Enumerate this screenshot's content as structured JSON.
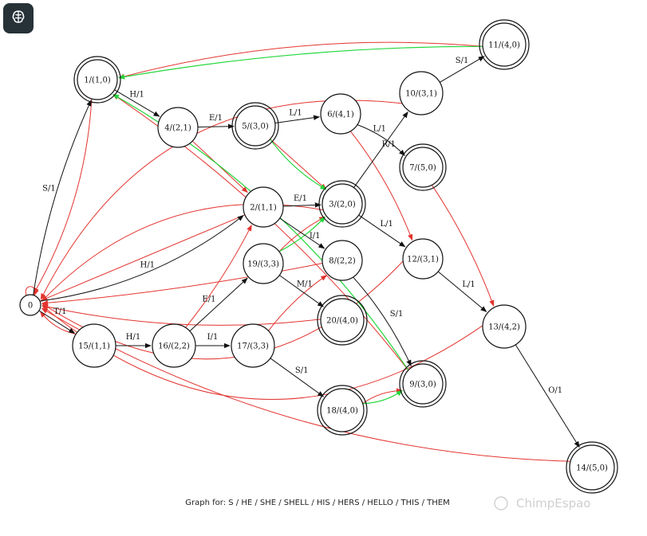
{
  "toolbar": {
    "app_icon": "brain-icon"
  },
  "diagram": {
    "caption": "Graph for: S / HE / SHE / SHELL / HIS / HERS / HELLO / THIS / THEM",
    "watermark": "ChimpEspao",
    "colors": {
      "tree_edge": "#111111",
      "failure_edge": "#e3342f",
      "output_edge": "#22d63a",
      "node_stroke": "#111111"
    },
    "nodes": [
      {
        "id": "0",
        "label": "0",
        "final": false
      },
      {
        "id": "1",
        "label": "1/(1,0)",
        "final": true
      },
      {
        "id": "2",
        "label": "2/(1,1)",
        "final": false
      },
      {
        "id": "3",
        "label": "3/(2,0)",
        "final": true
      },
      {
        "id": "4",
        "label": "4/(2,1)",
        "final": false
      },
      {
        "id": "5",
        "label": "5/(3,0)",
        "final": true
      },
      {
        "id": "6",
        "label": "6/(4,1)",
        "final": false
      },
      {
        "id": "7",
        "label": "7/(5,0)",
        "final": true
      },
      {
        "id": "8",
        "label": "8/(2,2)",
        "final": false
      },
      {
        "id": "9",
        "label": "9/(3,0)",
        "final": true
      },
      {
        "id": "10",
        "label": "10/(3,1)",
        "final": false
      },
      {
        "id": "11",
        "label": "11/(4,0)",
        "final": true
      },
      {
        "id": "12",
        "label": "12/(3,1)",
        "final": false
      },
      {
        "id": "13",
        "label": "13/(4,2)",
        "final": false
      },
      {
        "id": "14",
        "label": "14/(5,0)",
        "final": true
      },
      {
        "id": "15",
        "label": "15/(1,1)",
        "final": false
      },
      {
        "id": "16",
        "label": "16/(2,2)",
        "final": false
      },
      {
        "id": "17",
        "label": "17/(3,3)",
        "final": false
      },
      {
        "id": "18",
        "label": "18/(4,0)",
        "final": true
      },
      {
        "id": "19",
        "label": "19/(3,3)",
        "final": false
      },
      {
        "id": "20",
        "label": "20/(4,0)",
        "final": true
      }
    ],
    "tree_edges": [
      {
        "from": "0",
        "to": "1",
        "label": "S/1"
      },
      {
        "from": "1",
        "to": "4",
        "label": "H/1"
      },
      {
        "from": "4",
        "to": "5",
        "label": "E/1"
      },
      {
        "from": "5",
        "to": "6",
        "label": "L/1"
      },
      {
        "from": "6",
        "to": "7",
        "label": "L/1"
      },
      {
        "from": "0",
        "to": "2",
        "label": "H/1"
      },
      {
        "from": "2",
        "to": "3",
        "label": "E/1"
      },
      {
        "from": "3",
        "to": "10",
        "label": "R/1"
      },
      {
        "from": "10",
        "to": "11",
        "label": "S/1"
      },
      {
        "from": "3",
        "to": "12",
        "label": "L/1"
      },
      {
        "from": "12",
        "to": "13",
        "label": "L/1"
      },
      {
        "from": "13",
        "to": "14",
        "label": "O/1"
      },
      {
        "from": "2",
        "to": "8",
        "label": "I/1"
      },
      {
        "from": "8",
        "to": "9",
        "label": "S/1"
      },
      {
        "from": "0",
        "to": "15",
        "label": "T/1"
      },
      {
        "from": "15",
        "to": "16",
        "label": "H/1"
      },
      {
        "from": "16",
        "to": "19",
        "label": "E/1"
      },
      {
        "from": "19",
        "to": "20",
        "label": "M/1"
      },
      {
        "from": "16",
        "to": "17",
        "label": "I/1"
      },
      {
        "from": "17",
        "to": "18",
        "label": "S/1"
      }
    ],
    "failure_edges": [
      {
        "from": "0",
        "to": "0"
      },
      {
        "from": "1",
        "to": "0"
      },
      {
        "from": "2",
        "to": "0"
      },
      {
        "from": "4",
        "to": "2"
      },
      {
        "from": "5",
        "to": "3"
      },
      {
        "from": "6",
        "to": "12"
      },
      {
        "from": "7",
        "to": "13"
      },
      {
        "from": "8",
        "to": "0"
      },
      {
        "from": "9",
        "to": "1"
      },
      {
        "from": "10",
        "to": "0"
      },
      {
        "from": "11",
        "to": "1"
      },
      {
        "from": "12",
        "to": "0"
      },
      {
        "from": "13",
        "to": "0"
      },
      {
        "from": "14",
        "to": "0"
      },
      {
        "from": "3",
        "to": "0"
      },
      {
        "from": "15",
        "to": "0"
      },
      {
        "from": "16",
        "to": "2"
      },
      {
        "from": "17",
        "to": "8"
      },
      {
        "from": "18",
        "to": "9"
      },
      {
        "from": "19",
        "to": "3"
      },
      {
        "from": "20",
        "to": "0"
      }
    ],
    "output_edges": [
      {
        "from": "5",
        "to": "3"
      },
      {
        "from": "9",
        "to": "1"
      },
      {
        "from": "11",
        "to": "1"
      },
      {
        "from": "18",
        "to": "9"
      },
      {
        "from": "19",
        "to": "3"
      }
    ]
  }
}
